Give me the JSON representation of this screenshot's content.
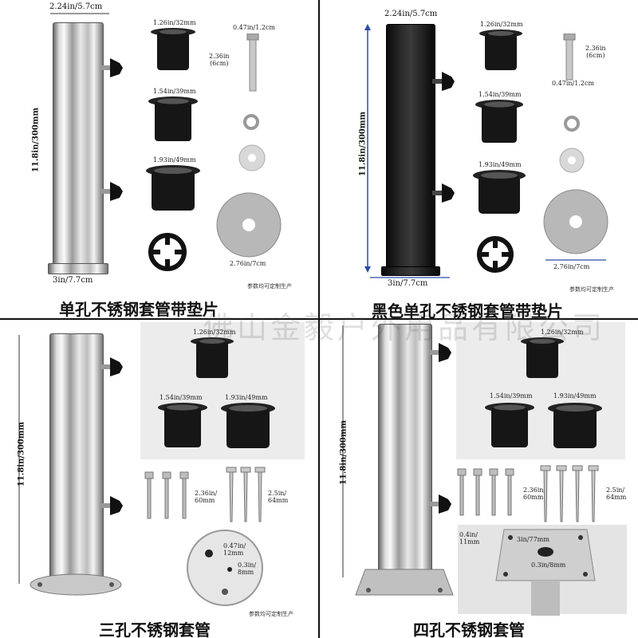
{
  "watermark": "佛山金毅户外用品有限公司",
  "note_text": "参数均可定制生产",
  "panels": {
    "single_hole": {
      "caption": "单孔不锈钢套管带垫片",
      "tube_top": "2.24in/5.7cm",
      "tube_height": "11.8in/300mm",
      "tube_bottom": "3in/7.7cm",
      "sleeve_small": "1.26in/32mm",
      "sleeve_mid": "1.54in/39mm",
      "sleeve_large": "1.93in/49mm",
      "bolt_dia": "0.47in/1.2cm",
      "bolt_len": "2.36in\n(6cm)",
      "washer_dia": "2.76in/7cm"
    },
    "black_single_hole": {
      "caption": "黑色单孔不锈钢套管带垫片",
      "tube_top": "2.24in/5.7cm",
      "tube_height": "11.8in/300mm",
      "tube_bottom": "3in/7.7cm",
      "sleeve_small": "1.26in/32mm",
      "sleeve_mid": "1.54in/39mm",
      "sleeve_large": "1.93in/49mm",
      "bolt_dia": "0.47in/1.2cm",
      "bolt_len": "2.36in\n(6cm)",
      "washer_dia": "2.76in/7cm"
    },
    "three_hole": {
      "caption": "三孔不锈钢套管",
      "tube_height": "11.8in/300mm",
      "sleeve_small": "1.26in/32mm",
      "sleeve_mid": "1.54in/39mm",
      "sleeve_large": "1.93in/49mm",
      "anchor_len": "2.36in/\n60mm",
      "screw_len": "2.5in/\n64mm",
      "hole_top": "0.47in/\n12mm",
      "hole_small": "0.3in/\n8mm"
    },
    "four_hole": {
      "caption": "四孔不锈钢套管",
      "tube_height": "11.8in/300mm",
      "sleeve_small": "1.26in/32mm",
      "sleeve_mid": "1.54in/39mm",
      "sleeve_large": "1.93in/49mm",
      "anchor_len": "2.36in/\n60mm",
      "screw_len": "2.5in/\n64mm",
      "plate_width": "3in/77mm",
      "plate_edge": "0.4in/\n11mm",
      "plate_hole": "0.3in/8mm"
    }
  }
}
